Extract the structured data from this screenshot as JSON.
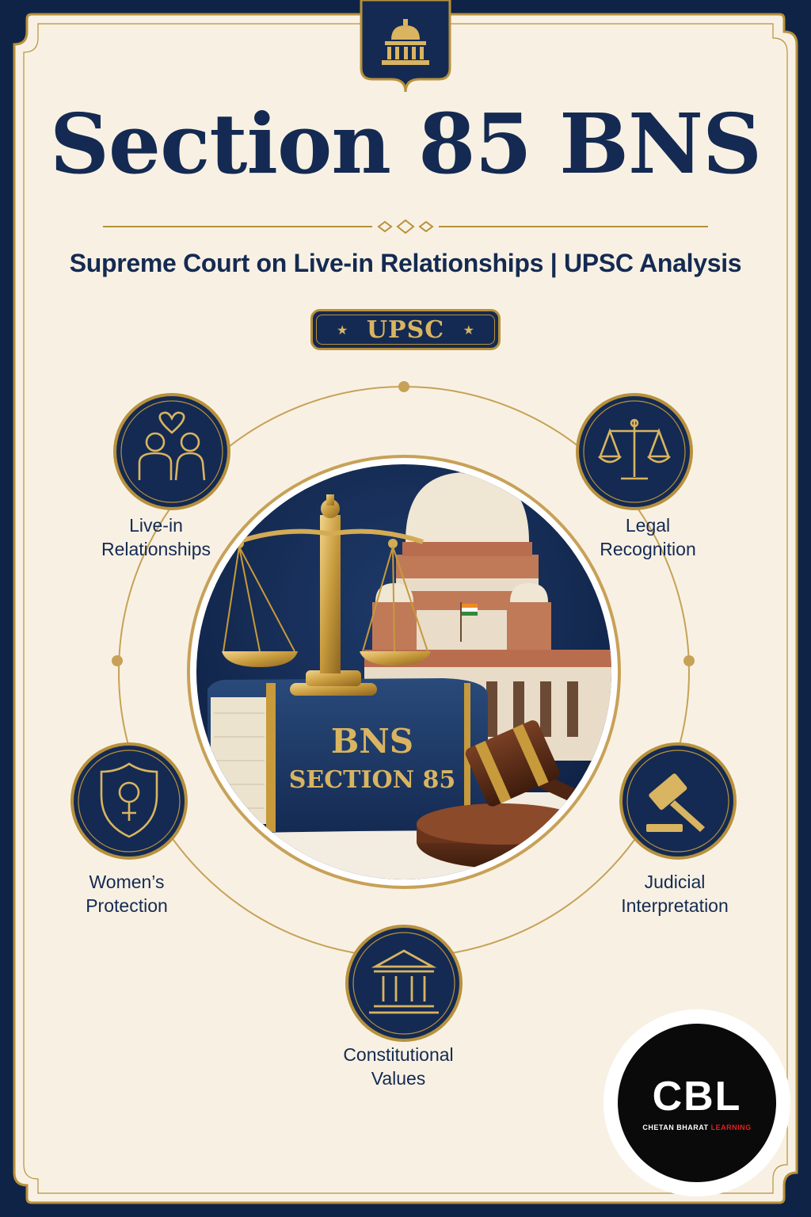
{
  "poster": {
    "title": "Section 85 BNS",
    "subtitle": "Supreme Court on Live-in Relationships | UPSC Analysis",
    "badge": "UPSC",
    "features": [
      {
        "id": "live-in",
        "icon": "couple-heart-icon",
        "lines": [
          "Live-in",
          "Relationships"
        ]
      },
      {
        "id": "legal",
        "icon": "scales-icon",
        "lines": [
          "Legal",
          "Recognition"
        ]
      },
      {
        "id": "women",
        "icon": "shield-female-icon",
        "lines": [
          "Women’s",
          "Protection"
        ]
      },
      {
        "id": "judicial",
        "icon": "gavel-icon",
        "lines": [
          "Judicial",
          "Interpretation"
        ]
      },
      {
        "id": "constitutional",
        "icon": "pillars-icon",
        "lines": [
          "Constitutional",
          "Values"
        ]
      }
    ],
    "book": {
      "line1": "BNS",
      "line2": "SECTION 85"
    },
    "logo": {
      "mark": "CBL",
      "text_white": "CHETAN BHARAT",
      "text_red": "LEARNING"
    }
  },
  "colors": {
    "navy": "#142a52",
    "gold": "#b8913c",
    "cream": "#f8f1e3",
    "brown": "#5a2e18"
  }
}
